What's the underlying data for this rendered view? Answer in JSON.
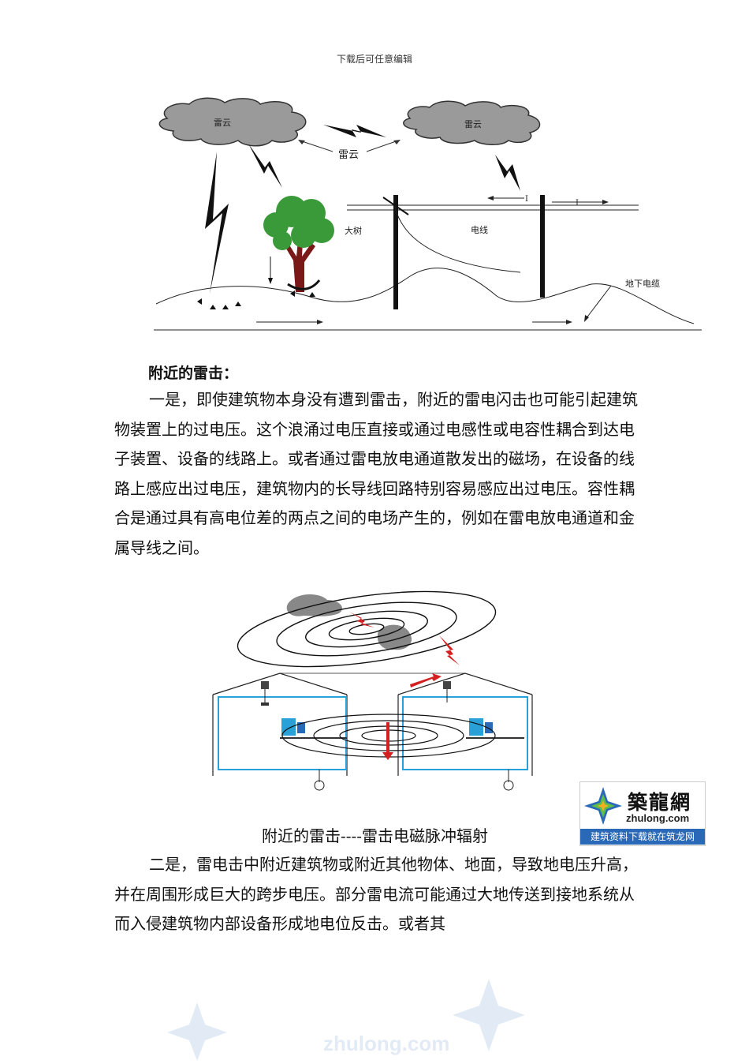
{
  "header_note": "下载后可任意编辑",
  "figure1": {
    "label_cloud_left": "雷云",
    "label_cloud_right": "雷云",
    "label_thundercloud": "雷云",
    "label_tree": "大树",
    "label_wire": "电线",
    "label_current_left": "I",
    "label_current_right": "I",
    "label_cable": "地下电缆"
  },
  "section_heading": "附近的雷击：",
  "paragraph1": "一是，即使建筑物本身没有遭到雷击，附近的雷电闪击也可能引起建筑物装置上的过电压。这个浪涌过电压直接或通过电感性或电容性耦合到达电子装置、设备的线路上。或者通过雷电放电通道散发出的磁场，在设备的线路上感应出过电压，建筑物内的长导线回路特别容易感应出过电压。容性耦合是通过具有高电位差的两点之间的电场产生的，例如在雷电放电通道和金属导线之间。",
  "figure2_caption": "附近的雷击----雷击电磁脉冲辐射",
  "paragraph2": "二是，雷电击中附近建筑物或附近其他物体、地面，导致地电压升高，并在周围形成巨大的跨步电压。部分雷电流可能通过大地传送到接地系统从而入侵建筑物内部设备形成地电位反击。或者其",
  "logo": {
    "chinese": "築龍網",
    "english": "zhulong.com",
    "slogan": "建筑资料下载就在筑龙网"
  },
  "watermark_text": "zhulong.com",
  "colors": {
    "logo_blue": "#2a69b8",
    "lightning_red": "#d42020",
    "building_blue": "#2aa0d8"
  }
}
